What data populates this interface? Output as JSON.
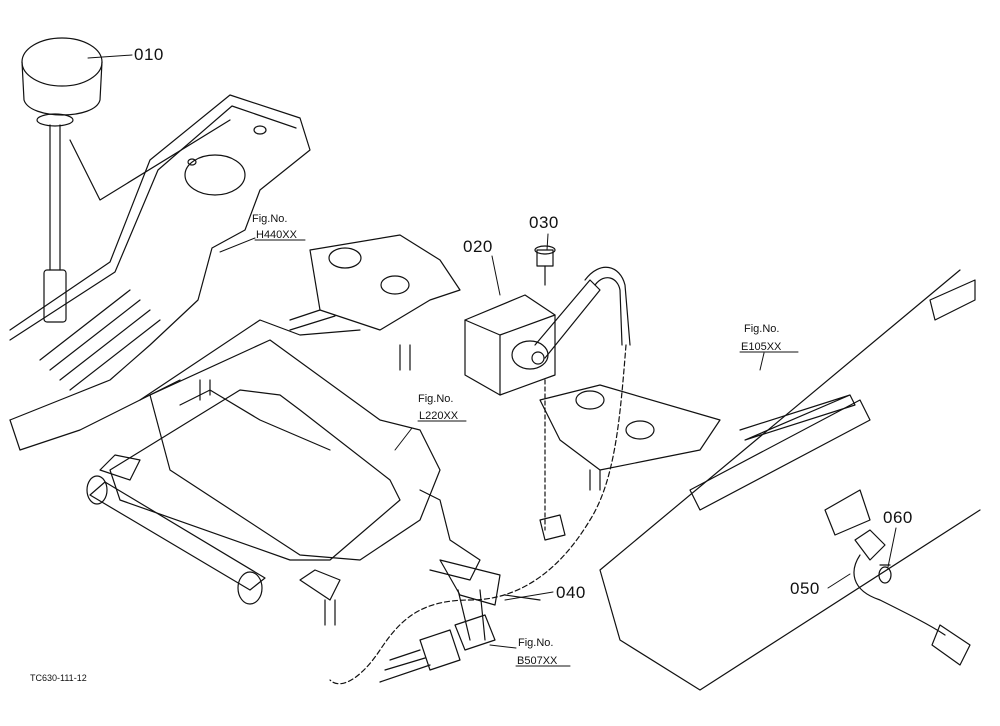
{
  "parts": {
    "p010": "010",
    "p020": "020",
    "p030": "030",
    "p040": "040",
    "p050": "050",
    "p060": "060"
  },
  "figrefs": [
    {
      "label": "Fig.No.",
      "code": "H440XX"
    },
    {
      "label": "Fig.No.",
      "code": "L220XX"
    },
    {
      "label": "Fig.No.",
      "code": "E105XX"
    },
    {
      "label": "Fig.No.",
      "code": "B507XX"
    }
  ],
  "drawing_id": "TC630-111-12"
}
